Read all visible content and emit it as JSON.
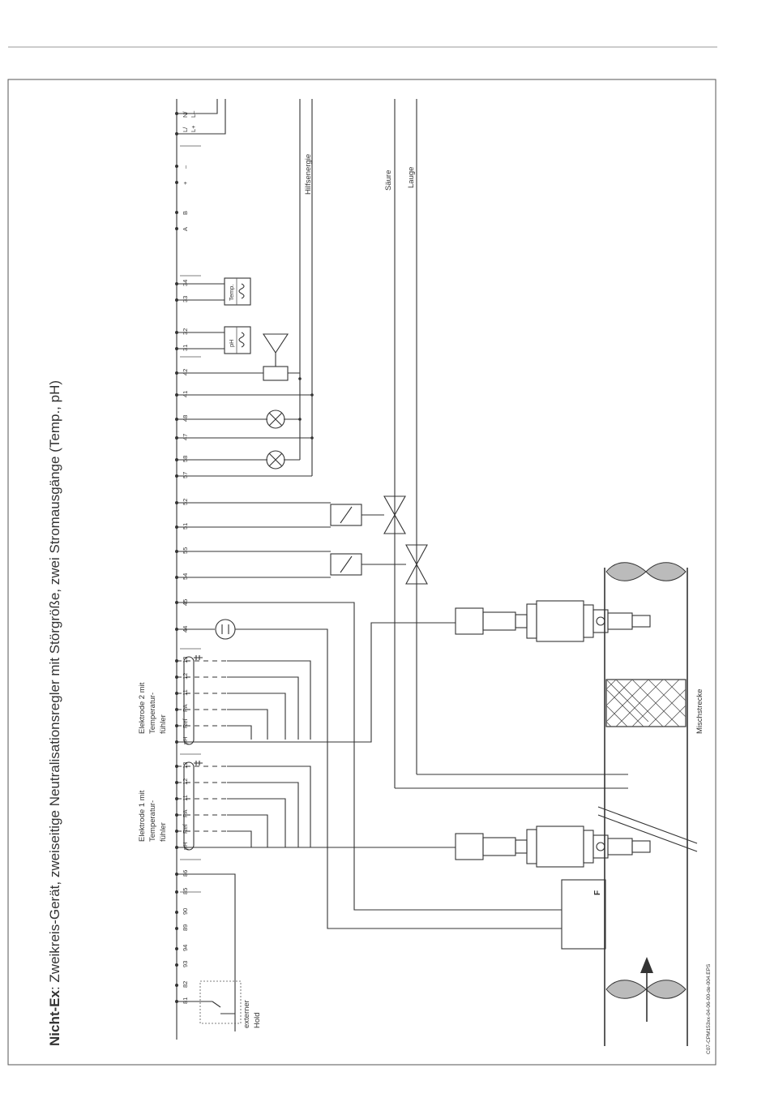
{
  "title": {
    "bold": "Nicht-Ex",
    "rest": ": Zweikreis-Gerät, zweiseitige Neutralisationsregler mit Störgröße, zwei Stromausgänge (Temp., pH)"
  },
  "terminals": {
    "hold": [
      "81",
      "82",
      "93",
      "94",
      "89",
      "90",
      "85",
      "86"
    ],
    "electrode1": [
      "pH",
      "Ref",
      "PA",
      "11",
      "12",
      "13"
    ],
    "electrode2": [
      "pH",
      "Ref",
      "PA",
      "11",
      "12",
      "13"
    ],
    "relays": [
      "44",
      "45",
      "54",
      "55",
      "51",
      "52",
      "57",
      "58",
      "47",
      "48",
      "41",
      "42"
    ],
    "outputs": [
      "31",
      "32",
      "33",
      "34"
    ],
    "bus": [
      "A",
      "B",
      "+",
      "–"
    ],
    "power": [
      "L/",
      "L+",
      "N/",
      "L–"
    ]
  },
  "labels": {
    "external_hold": [
      "externer",
      "Hold"
    ],
    "electrode1": [
      "Elektrode 1 mit",
      "Temperatur-",
      "fühler"
    ],
    "electrode2": [
      "Elektrode 2 mit",
      "Temperatur-",
      "fühler"
    ],
    "hilfsenergie": "Hilfsenergie",
    "saeure": "Säure",
    "lauge": "Lauge",
    "mischstrecke": "Mischstrecke",
    "flow_sensor": "F",
    "ph_output": "pH",
    "temp_output": "Temp."
  },
  "footer_code": "C07-CPM153xx-04-06-00-de-004.EPS",
  "icons": [
    "relay-coil",
    "valve",
    "signal-lamp",
    "horn",
    "flowmeter",
    "switch",
    "arrow-up"
  ]
}
